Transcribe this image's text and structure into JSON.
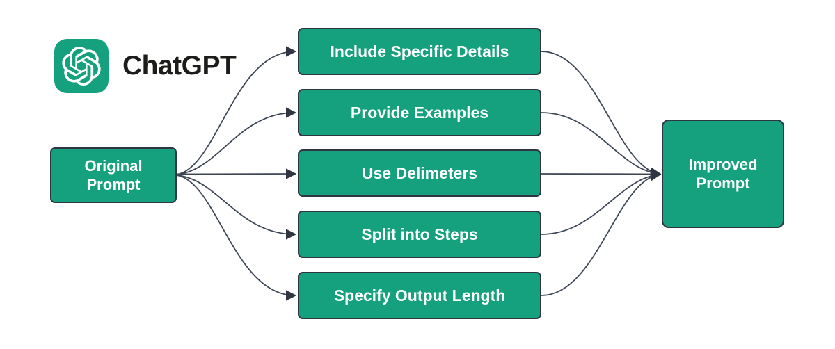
{
  "brand": {
    "icon": "openai-logo-icon",
    "label": "ChatGPT"
  },
  "colors": {
    "node_fill": "#16a17e",
    "node_border": "#2f3542",
    "node_text": "#ffffff",
    "arrow": "#3c4655",
    "background": "#ffffff",
    "brand_text": "#1c1c1a"
  },
  "diagram": {
    "source": {
      "label": "Original Prompt"
    },
    "steps": [
      {
        "label": "Include Specific Details"
      },
      {
        "label": "Provide Examples"
      },
      {
        "label": "Use Delimeters"
      },
      {
        "label": "Split into Steps"
      },
      {
        "label": "Specify Output Length"
      }
    ],
    "target": {
      "label": "Improved Prompt"
    },
    "edges": [
      {
        "from": "Original Prompt",
        "to": "Include Specific Details"
      },
      {
        "from": "Original Prompt",
        "to": "Provide Examples"
      },
      {
        "from": "Original Prompt",
        "to": "Use Delimeters"
      },
      {
        "from": "Original Prompt",
        "to": "Split into Steps"
      },
      {
        "from": "Original Prompt",
        "to": "Specify Output Length"
      },
      {
        "from": "Include Specific Details",
        "to": "Improved Prompt"
      },
      {
        "from": "Provide Examples",
        "to": "Improved Prompt"
      },
      {
        "from": "Use Delimeters",
        "to": "Improved Prompt"
      },
      {
        "from": "Split into Steps",
        "to": "Improved Prompt"
      },
      {
        "from": "Specify Output Length",
        "to": "Improved Prompt"
      }
    ]
  }
}
